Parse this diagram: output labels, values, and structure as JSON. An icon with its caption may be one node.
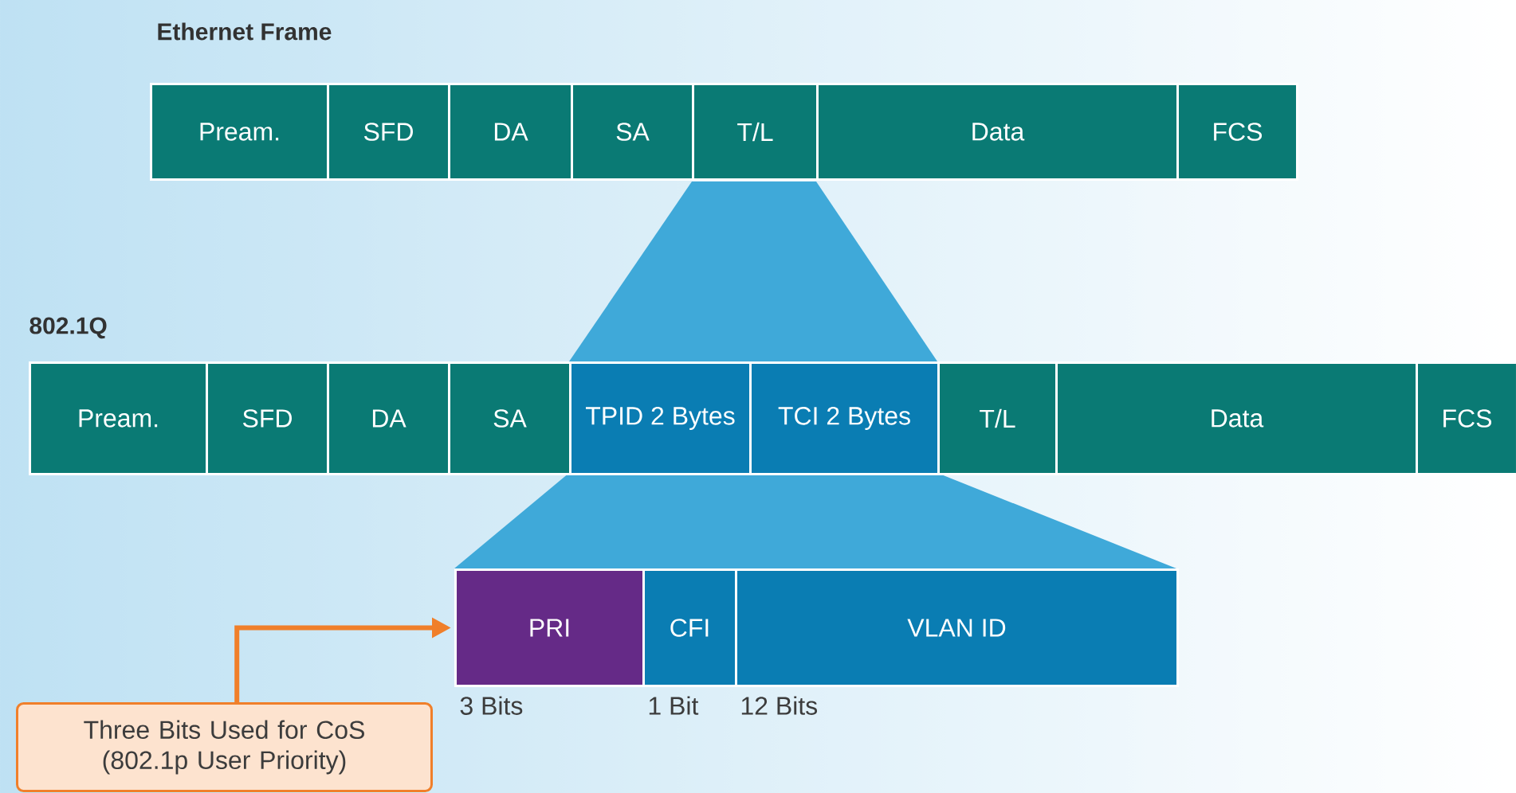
{
  "diagram": {
    "nodes": [
      {
        "text": [
          "Pream."
        ]
      },
      {
        "text": [
          "SFD"
        ]
      },
      {
        "text": [
          "DA"
        ]
      },
      {
        "text": [
          "SA"
        ]
      },
      {
        "text": [
          "T/L"
        ]
      },
      {
        "text": [
          "Data"
        ]
      },
      {
        "text": [
          "FCS"
        ]
      },
      {
        "text": [
          "Pream."
        ]
      },
      {
        "text": [
          "SFD"
        ]
      },
      {
        "text": [
          "DA"
        ]
      },
      {
        "text": [
          "SA"
        ]
      },
      {
        "text": [
          "TPID 2 Bytes"
        ]
      },
      {
        "text": [
          "TCI 2 Bytes"
        ]
      },
      {
        "text": [
          "T/L"
        ]
      },
      {
        "text": [
          "Data"
        ]
      },
      {
        "text": [
          "FCS"
        ]
      },
      {
        "text": [
          "PRI"
        ],
        "beside": [
          "3 Bits"
        ]
      },
      {
        "text": [
          "CFI"
        ],
        "beside": [
          "1 Bit"
        ]
      },
      {
        "text": [
          "VLAN ID"
        ],
        "beside": [
          "12 Bits"
        ]
      },
      {
        "text": [
          "Three Bits Used for CoS (802.1p User Priority)"
        ]
      }
    ],
    "edges": [
      {
        "from": 19,
        "to": 16,
        "arrow": "to",
        "color": "#f07f2a"
      }
    ],
    "labels": [
      "Ethernet Frame",
      "802.1Q"
    ]
  }
}
